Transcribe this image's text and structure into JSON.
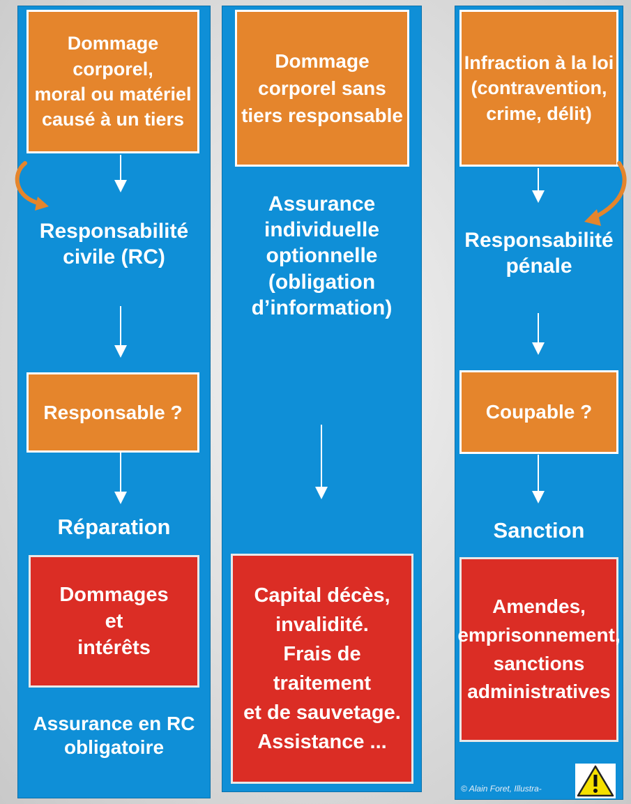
{
  "columns": [
    {
      "header": "Dommage corporel,\nmoral ou matériel\ncausé à un tiers",
      "step1": "Responsabilité\ncivile (RC)",
      "question": "Responsable ?",
      "step2": "Réparation",
      "outcome": "Dommages\net\nintérêts",
      "footer": "Assurance en RC\nobligatoire"
    },
    {
      "header": "Dommage\ncorporel sans\ntiers responsable",
      "step1": "Assurance\nindividuelle\noptionnelle\n(obligation\nd’information)",
      "outcome": "Capital décès,\ninvalidité.\nFrais de traitement\net de sauvetage.\nAssistance ..."
    },
    {
      "header": "Infraction à la loi\n(contravention,\ncrime, délit)",
      "step1": "Responsabilité\npénale",
      "question": "Coupable ?",
      "step2": "Sanction",
      "outcome": "Amendes,\nemprisonnement,\nsanctions\nadministratives",
      "credit": "© Alain Foret, Illustra-"
    }
  ],
  "colors": {
    "panel_blue": "#0f8fd7",
    "box_orange": "#e5852c",
    "box_red": "#db2d25",
    "warning_yellow": "#f5e000"
  },
  "icons": [
    "curved-arrow-left-icon",
    "curved-arrow-right-icon",
    "warning-triangle-icon"
  ]
}
